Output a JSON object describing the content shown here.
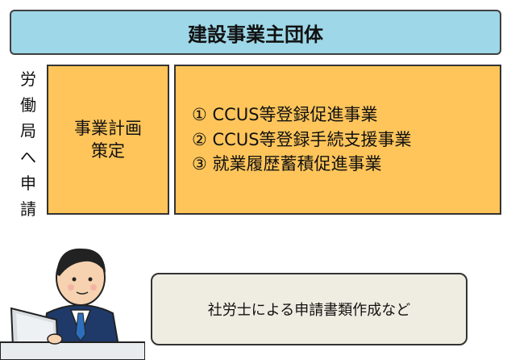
{
  "header": {
    "title": "建設事業主団体"
  },
  "side_label": {
    "chars": [
      "労",
      "働",
      "局",
      "へ",
      "申",
      "請"
    ]
  },
  "plan": {
    "line1": "事業計画",
    "line2": "策定"
  },
  "projects": {
    "items": [
      "① CCUS等登録促進事業",
      "② CCUS等登録手続支援事業",
      "③ 就業履歴蓄積促進事業"
    ]
  },
  "note": {
    "text": "社労士による申請書類作成など"
  },
  "illustration": {
    "icon": "office-worker-at-laptop-icon"
  }
}
